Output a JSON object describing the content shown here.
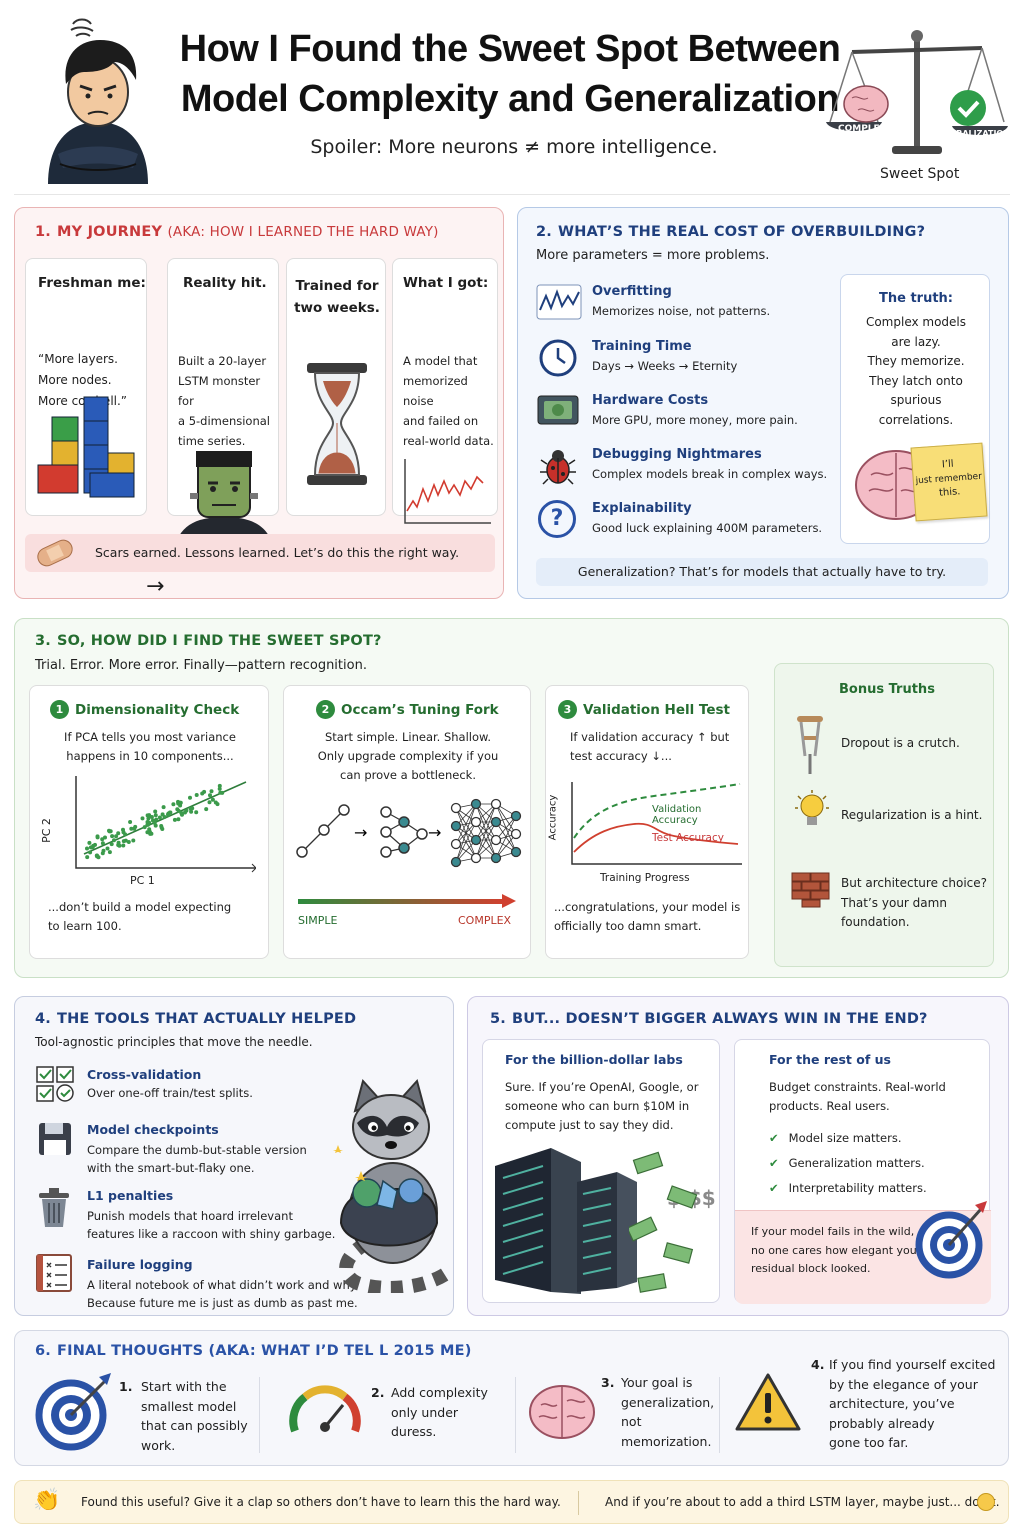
{
  "header": {
    "title_line1": "How I Found the Sweet Spot Between",
    "title_line2": "Model Complexity and Generalization",
    "subtitle": "Spoiler: More neurons ≠ more intelligence.",
    "scale_left": "COMPLEXITY",
    "scale_right": "GENERALIZATION",
    "scale_caption": "Sweet Spot"
  },
  "s1": {
    "num": "1.",
    "title": "MY JOURNEY",
    "subtitle": "(AKA: HOW I LEARNED THE HARD WAY)",
    "cards": [
      {
        "title": "Freshman me:",
        "l1": "“More layers.",
        "l2": "More nodes.",
        "l3": "More cowbell.”"
      },
      {
        "title": "Reality hit.",
        "l1": "Built a 20-layer",
        "l2": "LSTM monster for",
        "l3": "a 5-dimensional",
        "l4": "time series."
      },
      {
        "title1": "Trained for",
        "title2": "two weeks."
      },
      {
        "title": "What I got:",
        "l1": "A model that",
        "l2": "memorized noise",
        "l3": "and failed on",
        "l4": "real-world data."
      }
    ],
    "banner": "Scars earned. Lessons learned. Let’s do this the right way."
  },
  "s2": {
    "num": "2.",
    "title": "WHAT’S THE REAL COST OF OVERBUILDING?",
    "subtitle": "More parameters = more problems.",
    "items": [
      {
        "title": "Overfitting",
        "desc": "Memorizes noise, not patterns."
      },
      {
        "title": "Training Time",
        "desc": "Days → Weeks → Eternity"
      },
      {
        "title": "Hardware Costs",
        "desc": "More GPU, more money, more pain."
      },
      {
        "title": "Debugging Nightmares",
        "desc": "Complex models break in complex ways."
      },
      {
        "title": "Explainability",
        "desc": "Good luck explaining 400M parameters."
      }
    ],
    "truth_title": "The truth:",
    "truth_lines": [
      "Complex models",
      "are lazy.",
      "They memorize.",
      "They latch onto",
      "spurious",
      "correlations."
    ],
    "note_l1": "I’ll",
    "note_l2": "just remember",
    "note_l3": "this.",
    "question_mark": "?",
    "banner": "Generalization? That’s for models that actually have to try."
  },
  "s3": {
    "num": "3.",
    "title": "SO, HOW DID I FIND THE SWEET SPOT?",
    "subtitle": "Trial. Error. More error. Finally—pattern recognition.",
    "c1": {
      "n": "1",
      "title": "Dimensionality Check",
      "l1": "If PCA tells you most variance",
      "l2": "happens in 10 components...",
      "xlabel": "PC 1",
      "ylabel": "PC 2",
      "b1": "...don’t build a model expecting",
      "b2": "to learn 100."
    },
    "c2": {
      "n": "2",
      "title": "Occam’s Tuning Fork",
      "l1": "Start simple. Linear. Shallow.",
      "l2": "Only upgrade complexity if you",
      "l3": "can prove a bottleneck.",
      "simple": "SIMPLE",
      "complex": "COMPLEX"
    },
    "c3": {
      "n": "3",
      "title": "Validation Hell Test",
      "l1": "If validation accuracy ↑ but",
      "l2": "test accuracy ↓...",
      "val": "Validation Accuracy",
      "test": "Test Accuracy",
      "xlabel": "Training Progress",
      "ylabel": "Accuracy",
      "b1": "...congratulations, your model is",
      "b2": "officially too damn smart."
    },
    "bonus": {
      "title": "Bonus Truths",
      "t1": "Dropout is a crutch.",
      "t2": "Regularization is a hint.",
      "t3a": "But architecture choice?",
      "t3b": "That’s your damn",
      "t3c": "foundation."
    }
  },
  "s4": {
    "num": "4.",
    "title": "THE TOOLS THAT ACTUALLY HELPED",
    "subtitle": "Tool-agnostic principles that move the needle.",
    "items": [
      {
        "title": "Cross-validation",
        "d1": "Over one-off train/test splits."
      },
      {
        "title": "Model checkpoints",
        "d1": "Compare the dumb-but-stable version",
        "d2": "with the smart-but-flaky one."
      },
      {
        "title": "L1 penalties",
        "d1": "Punish models that hoard irrelevant",
        "d2": "features like a raccoon with shiny garbage."
      },
      {
        "title": "Failure logging",
        "d1": "A literal notebook of what didn’t work and why.",
        "d2": "Because future me is just as dumb as past me."
      }
    ]
  },
  "s5": {
    "num": "5.",
    "title": "BUT... DOESN’T BIGGER ALWAYS WIN IN THE END?",
    "left_title": "For the billion-dollar labs",
    "left_l1": "Sure. If you’re OpenAI, Google, or",
    "left_l2": "someone who can burn $10M in",
    "left_l3": "compute just to say they did.",
    "dollars": "$ $$",
    "right_title": "For the rest of us",
    "right_l1": "Budget constraints. Real-world",
    "right_l2": "products. Real users.",
    "checks": [
      "Model size matters.",
      "Generalization matters.",
      "Interpretability matters."
    ],
    "warn_l1": "If your model fails in the wild,",
    "warn_l2": "no one cares how elegant your",
    "warn_l3": "residual block looked."
  },
  "s6": {
    "num": "6.",
    "title": "FINAL THOUGHTS (AKA: WHAT I’D TEL L 2015 ME)",
    "items": [
      {
        "n": "1.",
        "l1": "Start with the",
        "l2": "smallest model",
        "l3": "that can possibly",
        "l4": "work."
      },
      {
        "n": "2.",
        "l1": "Add complexity",
        "l2": "only under",
        "l3": "duress."
      },
      {
        "n": "3.",
        "l1": "Your goal is",
        "l2": "generalization,",
        "l3": "not",
        "l4": "memorization."
      },
      {
        "n": "4.",
        "l1": "If you find yourself excited",
        "l2": "by the elegance of your",
        "l3": "architecture, you’ve",
        "l4": "probably already",
        "l5": "gone too far."
      }
    ]
  },
  "footer": {
    "left": "Found this useful? Give it a clap so others don’t have to learn this the hard way.",
    "right": "And if you’re about to add a third LSTM layer, maybe just... don’t."
  }
}
